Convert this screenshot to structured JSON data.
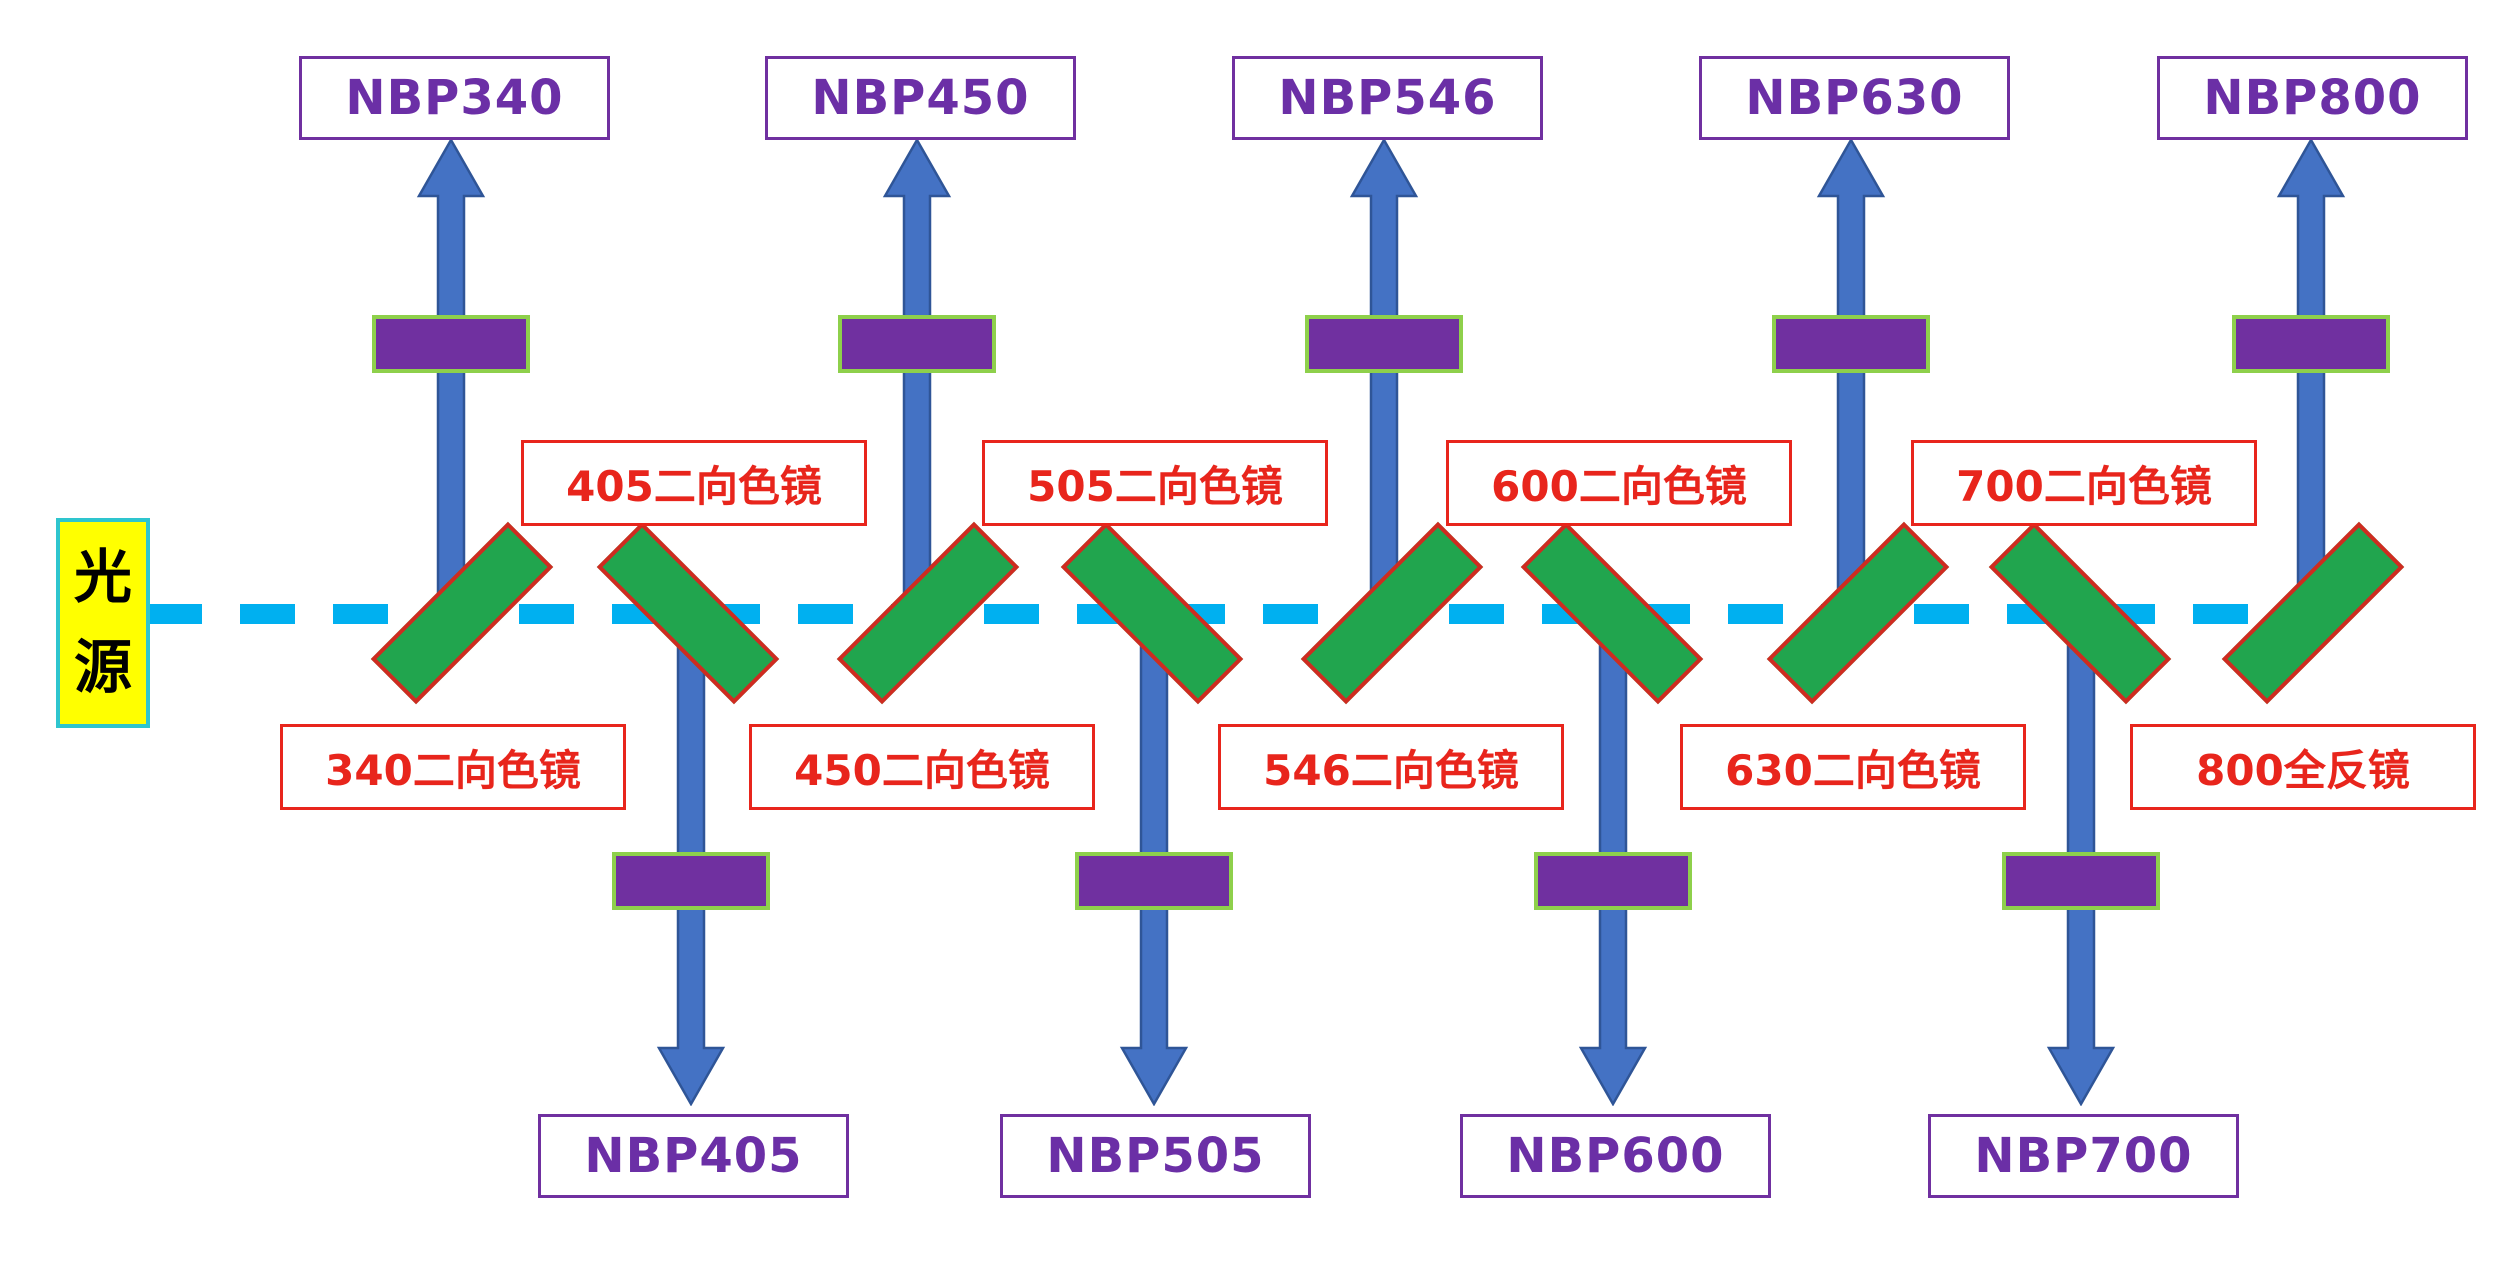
{
  "source": {
    "label": "光源"
  },
  "outputs": {
    "top": [
      "NBP340",
      "NBP450",
      "NBP546",
      "NBP630",
      "NBP800"
    ],
    "bottom": [
      "NBP405",
      "NBP505",
      "NBP600",
      "NBP700"
    ]
  },
  "mirrors": {
    "below_labels": [
      "340二向色镜",
      "450二向色镜",
      "546二向色镜",
      "630二向色镜",
      "800全反镜"
    ],
    "above_labels": [
      "405二向色镜",
      "505二向色镜",
      "600二向色镜",
      "700二向色镜"
    ]
  },
  "colors": {
    "beam": "#00B0F0",
    "mirror_fill": "#21A54E",
    "mirror_border": "#CF2B20",
    "filter_fill": "#7030A0",
    "filter_border": "#8ED04B",
    "arrow_fill": "#4472C4",
    "arrow_border": "#2F5597",
    "output_box_border": "#7030A0",
    "output_text": "#6B2FA6",
    "mirror_label_text": "#E8251C",
    "source_fill": "#FFFF00",
    "source_border": "#2EC5CE",
    "source_text": "#000000"
  }
}
